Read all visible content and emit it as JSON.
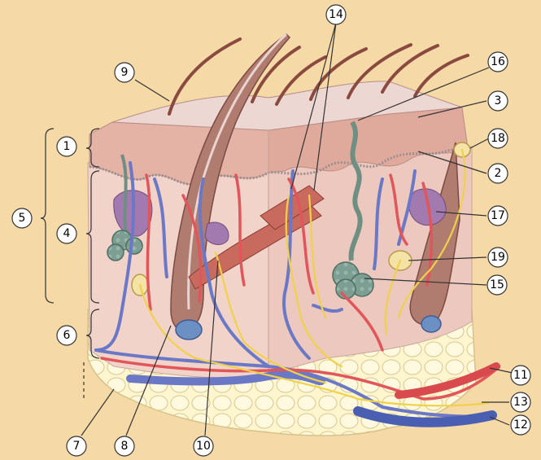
{
  "colors": {
    "background": "#f5d9a6",
    "epidermis": "#e5b2a6",
    "dermis": "#f0cfc7",
    "fat": "#fff5cf",
    "hair": "#8a4a40",
    "artery": "#e0565a",
    "vein": "#6b78c6",
    "nerve": "#f0d24a",
    "sweat_gland": "#8aa39a"
  },
  "labels": [
    "1",
    "2",
    "3",
    "4",
    "5",
    "6",
    "7",
    "8",
    "9",
    "10",
    "11",
    "12",
    "13",
    "14",
    "15",
    "16",
    "17",
    "18",
    "19"
  ]
}
